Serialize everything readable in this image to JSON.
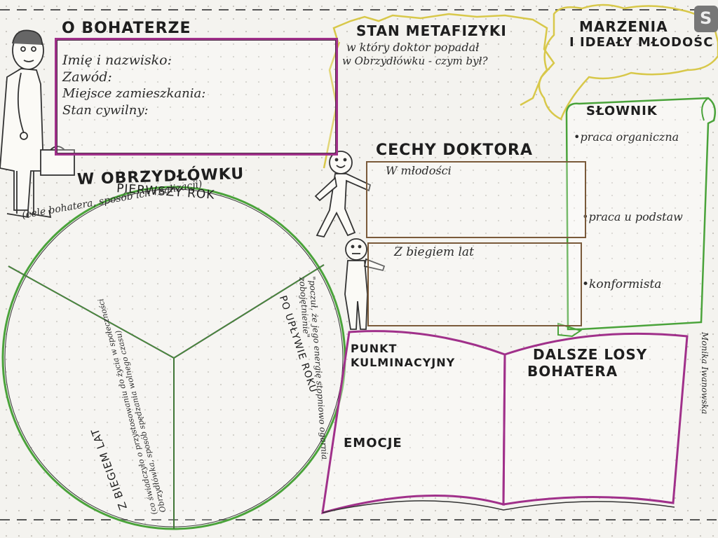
{
  "o_bohaterze": {
    "title": "O BOHATERZE",
    "fields": [
      "Imię i nazwisko:",
      "Zawód:",
      "Miejsce zamieszkania:",
      "Stan cywilny:"
    ]
  },
  "stan_metafizyki": {
    "title": "STAN METAFIZYKI",
    "line1": "w który doktor popadał",
    "line2": "w Obrzydłówku - czym był?"
  },
  "marzenia": {
    "title_line1": "MARZENIA",
    "title_line2": "I IDEAŁY MŁODOŚCI"
  },
  "slownik": {
    "title": "SŁOWNIK",
    "items": [
      "•praca organiczna",
      "•praca u podstaw",
      "•konformista"
    ]
  },
  "cechy": {
    "title": "CECHY DOKTORA",
    "box1": "W młodości",
    "box2": "Z biegiem lat"
  },
  "obrzydlowku": {
    "title": "W OBRZYDŁÓWKU",
    "sector1_title": "PIERWSZY ROK",
    "sector1_sub": "(cele bohatera, sposób ich realizacji)",
    "sector2_title": "PO UPŁYWIE ROKU",
    "sector2_sub": "\"poczuł, że jego energię stopniowo ogarnia zobojętnienie\"",
    "sector3_title": "Z BIEGIEM LAT",
    "sector3_sub": "(co świadczyło o przystosowaniu do życia w społeczności Obrzydłówka, sposób spędzania wolnego czasu)"
  },
  "book": {
    "left_title_line1": "PUNKT",
    "left_title_line2": "KULMINACYJNY",
    "left_sub": "EMOCJE",
    "right_title_line1": "DALSZE LOSY",
    "right_title_line2": "BOHATERA"
  },
  "signature": "Monika Iwanowska",
  "corner_logo": "S"
}
